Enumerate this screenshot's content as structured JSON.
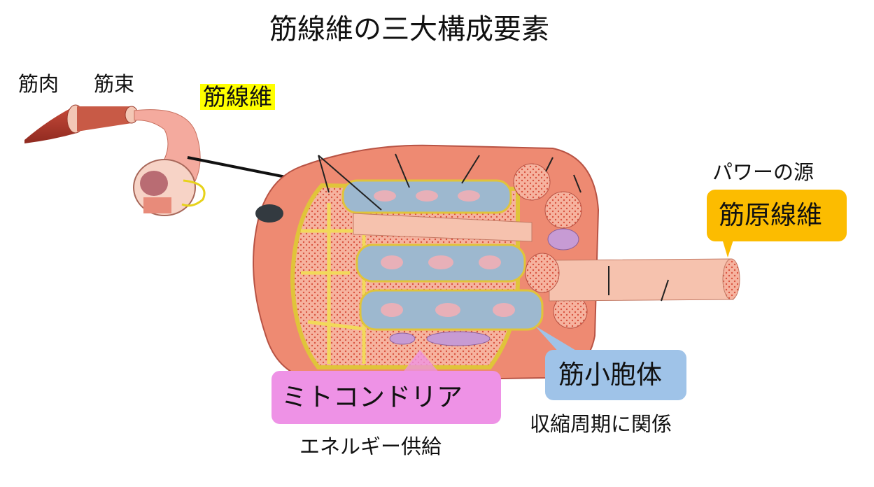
{
  "title": "筋線維の三大構成要素",
  "labels": {
    "muscle": "筋肉",
    "fascicle": "筋束",
    "muscle_fiber": "筋線維",
    "power_source": "パワーの源"
  },
  "callouts": {
    "myofibril": {
      "label": "筋原線維",
      "color": "#fcbc00"
    },
    "sarcoplasmic_reticulum": {
      "label": "筋小胞体",
      "description": "収縮周期に関係",
      "color": "#9fc3e8"
    },
    "mitochondria": {
      "label": "ミトコンドリア",
      "description": "エネルギー供給",
      "color": "#ee92e6"
    }
  },
  "colors": {
    "fiber_highlight": "#ffff00",
    "muscle_red": "#e0614f",
    "reticulum_blue": "#9db8cf",
    "connective_yellow": "#f2d95a"
  }
}
